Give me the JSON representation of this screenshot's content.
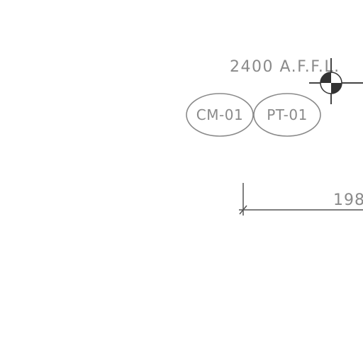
{
  "drawing": {
    "level_marker": {
      "label": "2400 A.F.F.L.",
      "symbol_icon": "datum-target-icon"
    },
    "finish_tags": [
      {
        "code": "CM-01"
      },
      {
        "code": "PT-01"
      }
    ],
    "dimension": {
      "value": "198"
    },
    "colors": {
      "text": "#8a8a8a",
      "linework": "#555555",
      "symbol_fill": "#333333",
      "background": "#ffffff"
    }
  }
}
